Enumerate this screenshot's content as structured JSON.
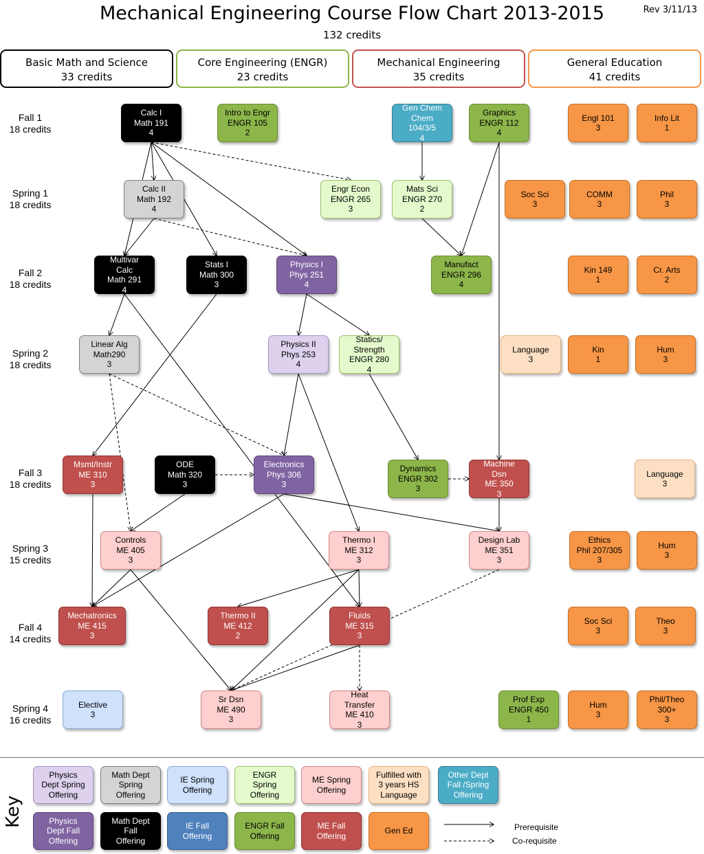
{
  "title": "Mechanical Engineering Course Flow Chart 2013-2015",
  "subtitle": "132 credits",
  "revision": "Rev 3/11/13",
  "categories": [
    {
      "name": "Basic Math and Science",
      "credits": "33 credits",
      "color": "#000000"
    },
    {
      "name": "Core Engineering (ENGR)",
      "credits": "23 credits",
      "color": "#8cb54a"
    },
    {
      "name": "Mechanical Engineering",
      "credits": "35 credits",
      "color": "#c0504d"
    },
    {
      "name": "General Education",
      "credits": "41 credits",
      "color": "#f79646"
    }
  ],
  "terms": [
    {
      "name": "Fall 1",
      "credits": "18 credits"
    },
    {
      "name": "Spring 1",
      "credits": "18 credits"
    },
    {
      "name": "Fall 2",
      "credits": "18 credits"
    },
    {
      "name": "Spring 2",
      "credits": "18 credits"
    },
    {
      "name": "Fall 3",
      "credits": "18 credits"
    },
    {
      "name": "Spring 3",
      "credits": "15 credits"
    },
    {
      "name": "Fall 4",
      "credits": "14 credits"
    },
    {
      "name": "Spring 4",
      "credits": "16 credits"
    }
  ],
  "styles": {
    "math_fall": {
      "bg": "#000000",
      "fg": "#ffffff",
      "border": "#000000"
    },
    "math_spring": {
      "bg": "#d4d4d4",
      "fg": "#000000",
      "border": "#7f7f7f"
    },
    "engr_fall": {
      "bg": "#8cb54a",
      "fg": "#000000",
      "border": "#6a8c32"
    },
    "engr_spring": {
      "bg": "#e4f9cc",
      "fg": "#000000",
      "border": "#9cc06a"
    },
    "me_fall": {
      "bg": "#c0504d",
      "fg": "#ffffff",
      "border": "#8c3330"
    },
    "me_spring": {
      "bg": "#fdcfcf",
      "fg": "#000000",
      "border": "#d08888"
    },
    "phys_fall": {
      "bg": "#8064a2",
      "fg": "#ffffff",
      "border": "#5c4577"
    },
    "phys_spring": {
      "bg": "#ddd1ee",
      "fg": "#000000",
      "border": "#a393c2"
    },
    "ie_fall": {
      "bg": "#4f81bd",
      "fg": "#ffffff",
      "border": "#385d8a"
    },
    "ie_spring": {
      "bg": "#cfe1fb",
      "fg": "#000000",
      "border": "#8caad6"
    },
    "other": {
      "bg": "#4bacc6",
      "fg": "#ffffff",
      "border": "#357d91"
    },
    "gened": {
      "bg": "#f79646",
      "fg": "#000000",
      "border": "#c66f25"
    },
    "hs_lang": {
      "bg": "#fde0c4",
      "fg": "#000000",
      "border": "#e2b07c"
    }
  },
  "courses": [
    {
      "id": "calc1",
      "lines": [
        "Calc I",
        "Math 191",
        "4"
      ],
      "style": "math_fall"
    },
    {
      "id": "intro",
      "lines": [
        "Intro to Engr",
        "ENGR 105",
        "2"
      ],
      "style": "engr_fall"
    },
    {
      "id": "chem",
      "lines": [
        "Gen Chem",
        "Chem",
        "104/3/5",
        "4"
      ],
      "style": "other"
    },
    {
      "id": "graphics",
      "lines": [
        "Graphics",
        "ENGR 112",
        "4"
      ],
      "style": "engr_fall"
    },
    {
      "id": "engl",
      "lines": [
        "Engl 101",
        "3"
      ],
      "style": "gened"
    },
    {
      "id": "infolit",
      "lines": [
        "Info Lit",
        "1"
      ],
      "style": "gened"
    },
    {
      "id": "calc2",
      "lines": [
        "Calc II",
        "Math 192",
        "4"
      ],
      "style": "math_spring"
    },
    {
      "id": "econ",
      "lines": [
        "Engr Econ",
        "ENGR 265",
        "3"
      ],
      "style": "engr_spring"
    },
    {
      "id": "matsci",
      "lines": [
        "Mats Sci",
        "ENGR 270",
        "2"
      ],
      "style": "engr_spring"
    },
    {
      "id": "socsci1",
      "lines": [
        "Soc Sci",
        "3"
      ],
      "style": "gened"
    },
    {
      "id": "comm",
      "lines": [
        "COMM",
        "3"
      ],
      "style": "gened"
    },
    {
      "id": "phil1",
      "lines": [
        "Phil",
        "3"
      ],
      "style": "gened"
    },
    {
      "id": "multivar",
      "lines": [
        "Multivar",
        "Calc",
        "Math 291",
        "4"
      ],
      "style": "math_fall"
    },
    {
      "id": "stats",
      "lines": [
        "Stats I",
        "Math 300",
        "3"
      ],
      "style": "math_fall"
    },
    {
      "id": "phys1",
      "lines": [
        "Physics I",
        "Phys 251",
        "4"
      ],
      "style": "phys_fall"
    },
    {
      "id": "manuf",
      "lines": [
        "Manufact",
        "ENGR 296",
        "4"
      ],
      "style": "engr_fall"
    },
    {
      "id": "kin149",
      "lines": [
        "Kin  149",
        "1"
      ],
      "style": "gened"
    },
    {
      "id": "crarts",
      "lines": [
        "Cr. Arts",
        "2"
      ],
      "style": "gened"
    },
    {
      "id": "linalg",
      "lines": [
        "Linear Alg",
        "Math290",
        "3"
      ],
      "style": "math_spring"
    },
    {
      "id": "phys2",
      "lines": [
        "Physics II",
        "Phys 253",
        "4"
      ],
      "style": "phys_spring"
    },
    {
      "id": "statics",
      "lines": [
        "Statics/",
        "Strength",
        "ENGR 280",
        "4"
      ],
      "style": "engr_spring"
    },
    {
      "id": "lang1",
      "lines": [
        "Language",
        "3"
      ],
      "style": "hs_lang"
    },
    {
      "id": "kin1",
      "lines": [
        "Kin",
        "1"
      ],
      "style": "gened"
    },
    {
      "id": "hum1",
      "lines": [
        "Hum",
        "3"
      ],
      "style": "gened"
    },
    {
      "id": "msmt",
      "lines": [
        "Msmt/Instr",
        "ME 310",
        "3"
      ],
      "style": "me_fall"
    },
    {
      "id": "ode",
      "lines": [
        "ODE",
        "Math 320",
        "3"
      ],
      "style": "math_fall"
    },
    {
      "id": "elec",
      "lines": [
        "Electronics",
        "Phys 306",
        "3"
      ],
      "style": "phys_fall"
    },
    {
      "id": "dyn",
      "lines": [
        "Dynamics",
        "ENGR 302",
        "3"
      ],
      "style": "engr_fall"
    },
    {
      "id": "machdsn",
      "lines": [
        "Machine",
        "Dsn",
        "ME 350",
        "3"
      ],
      "style": "me_fall"
    },
    {
      "id": "lang2",
      "lines": [
        "Language",
        "3"
      ],
      "style": "hs_lang"
    },
    {
      "id": "controls",
      "lines": [
        "Controls",
        "ME 405",
        "3"
      ],
      "style": "me_spring"
    },
    {
      "id": "thermo1",
      "lines": [
        "Thermo I",
        "ME 312",
        "3"
      ],
      "style": "me_spring"
    },
    {
      "id": "designlab",
      "lines": [
        "Design Lab",
        "ME 351",
        "3"
      ],
      "style": "me_spring"
    },
    {
      "id": "ethics",
      "lines": [
        "Ethics",
        "Phil 207/305",
        "3"
      ],
      "style": "gened"
    },
    {
      "id": "hum2",
      "lines": [
        "Hum",
        "3"
      ],
      "style": "gened"
    },
    {
      "id": "mecha",
      "lines": [
        "Mechatronics",
        "ME 415",
        "3"
      ],
      "style": "me_fall"
    },
    {
      "id": "thermo2",
      "lines": [
        "Thermo II",
        "ME 412",
        "2"
      ],
      "style": "me_fall"
    },
    {
      "id": "fluids",
      "lines": [
        "Fluids",
        "ME 315",
        "3"
      ],
      "style": "me_fall"
    },
    {
      "id": "socsci2",
      "lines": [
        "Soc Sci",
        "3"
      ],
      "style": "gened"
    },
    {
      "id": "theo",
      "lines": [
        "Theo",
        "3"
      ],
      "style": "gened"
    },
    {
      "id": "elective",
      "lines": [
        "Elective",
        "3"
      ],
      "style": "ie_spring"
    },
    {
      "id": "srdsn",
      "lines": [
        "Sr Dsn",
        "ME 490",
        "3"
      ],
      "style": "me_spring"
    },
    {
      "id": "heat",
      "lines": [
        "Heat",
        "Transfer",
        "ME 410",
        "3"
      ],
      "style": "me_spring"
    },
    {
      "id": "profexp",
      "lines": [
        "Prof Exp",
        "ENGR 450",
        "1"
      ],
      "style": "engr_fall"
    },
    {
      "id": "hum3",
      "lines": [
        "Hum",
        "3"
      ],
      "style": "gened"
    },
    {
      "id": "philtheo",
      "lines": [
        "Phil/Theo",
        "300+",
        "3"
      ],
      "style": "gened"
    }
  ],
  "edges": [
    {
      "from": "calc1",
      "to": "calc2",
      "type": "prereq"
    },
    {
      "from": "calc1",
      "to": "multivar",
      "type": "prereq"
    },
    {
      "from": "calc1",
      "to": "stats",
      "type": "prereq"
    },
    {
      "from": "calc1",
      "to": "phys1",
      "type": "prereq"
    },
    {
      "from": "calc1",
      "to": "econ",
      "type": "coreq"
    },
    {
      "from": "calc2",
      "to": "multivar",
      "type": "prereq"
    },
    {
      "from": "calc2",
      "to": "phys1",
      "type": "coreq"
    },
    {
      "from": "chem",
      "to": "matsci",
      "type": "prereq"
    },
    {
      "from": "matsci",
      "to": "manuf",
      "type": "prereq"
    },
    {
      "from": "graphics",
      "to": "manuf",
      "type": "prereq"
    },
    {
      "from": "graphics",
      "to": "machdsn",
      "type": "prereq"
    },
    {
      "from": "multivar",
      "to": "linalg",
      "type": "prereq"
    },
    {
      "from": "multivar",
      "to": "fluids",
      "type": "prereq"
    },
    {
      "from": "stats",
      "to": "msmt",
      "type": "prereq"
    },
    {
      "from": "phys1",
      "to": "phys2",
      "type": "prereq"
    },
    {
      "from": "phys1",
      "to": "statics",
      "type": "prereq"
    },
    {
      "from": "linalg",
      "to": "controls",
      "type": "coreq"
    },
    {
      "from": "linalg",
      "to": "elec",
      "type": "coreq"
    },
    {
      "from": "phys2",
      "to": "elec",
      "type": "prereq"
    },
    {
      "from": "phys2",
      "to": "thermo1",
      "type": "prereq"
    },
    {
      "from": "statics",
      "to": "dyn",
      "type": "prereq"
    },
    {
      "from": "ode",
      "to": "elec",
      "type": "coreq"
    },
    {
      "from": "ode",
      "to": "controls",
      "type": "prereq"
    },
    {
      "from": "dyn",
      "to": "machdsn",
      "type": "coreq"
    },
    {
      "from": "machdsn",
      "to": "designlab",
      "type": "prereq"
    },
    {
      "from": "elec",
      "to": "designlab",
      "type": "prereq"
    },
    {
      "from": "elec",
      "to": "mecha",
      "type": "prereq"
    },
    {
      "from": "msmt",
      "to": "mecha",
      "type": "prereq"
    },
    {
      "from": "controls",
      "to": "mecha",
      "type": "prereq"
    },
    {
      "from": "controls",
      "to": "srdsn",
      "type": "prereq"
    },
    {
      "from": "thermo1",
      "to": "thermo2",
      "type": "prereq"
    },
    {
      "from": "thermo1",
      "to": "fluids",
      "type": "prereq"
    },
    {
      "from": "thermo1",
      "to": "srdsn",
      "type": "prereq"
    },
    {
      "from": "fluids",
      "to": "heat",
      "type": "coreq"
    },
    {
      "from": "fluids",
      "to": "srdsn",
      "type": "prereq"
    },
    {
      "from": "designlab",
      "to": "srdsn",
      "type": "coreq"
    }
  ],
  "key": {
    "label": "Key",
    "items": [
      {
        "text": [
          "Physics",
          "Dept Spring",
          "Offering"
        ],
        "style": "phys_spring"
      },
      {
        "text": [
          "Math Dept",
          "Spring",
          "Offering"
        ],
        "style": "math_spring"
      },
      {
        "text": [
          "IE Spring",
          "Offering"
        ],
        "style": "ie_spring"
      },
      {
        "text": [
          "ENGR",
          "Spring",
          "Offering"
        ],
        "style": "engr_spring"
      },
      {
        "text": [
          "ME Spring",
          "Offering"
        ],
        "style": "me_spring"
      },
      {
        "text": [
          "Fulfilled with",
          "3 years HS",
          "Language"
        ],
        "style": "hs_lang"
      },
      {
        "text": [
          "Other Dept",
          "Fall /Spring",
          "Offering"
        ],
        "style": "other"
      },
      {
        "text": [
          "Physics",
          "Dept Fall",
          "Offering"
        ],
        "style": "phys_fall"
      },
      {
        "text": [
          "Math Dept",
          "Fall",
          "Offering"
        ],
        "style": "math_fall"
      },
      {
        "text": [
          "IE  Fall",
          "Offering"
        ],
        "style": "ie_fall"
      },
      {
        "text": [
          "ENGR Fall",
          "Offering"
        ],
        "style": "engr_fall"
      },
      {
        "text": [
          "ME  Fall",
          "Offering"
        ],
        "style": "me_fall"
      },
      {
        "text": [
          "Gen Ed"
        ],
        "style": "gened"
      }
    ],
    "prerequisite_label": "Prerequisite",
    "corequisite_label": "Co-requisite"
  }
}
